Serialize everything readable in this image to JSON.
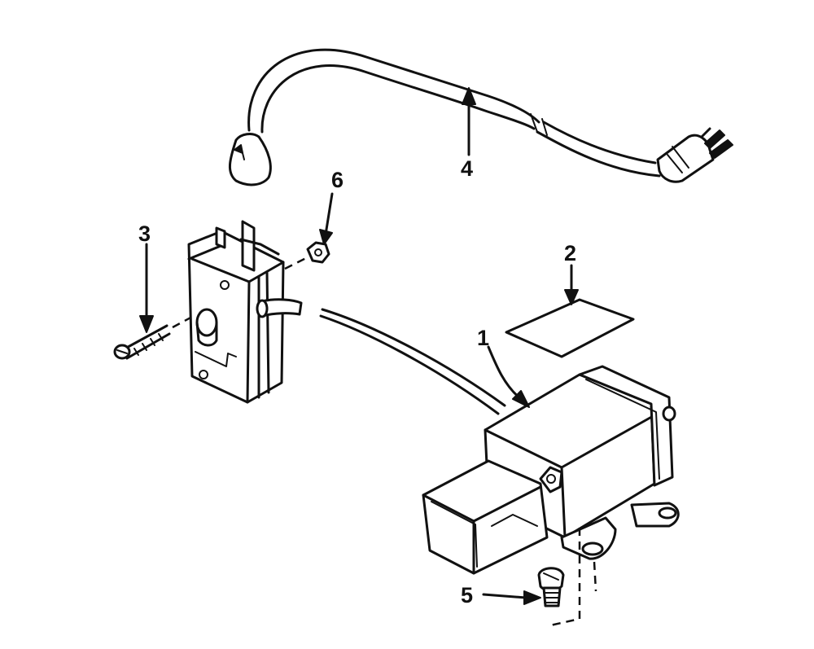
{
  "callouts": [
    {
      "id": "1",
      "text": "1"
    },
    {
      "id": "2",
      "text": "2"
    },
    {
      "id": "3",
      "text": "3"
    },
    {
      "id": "4",
      "text": "4"
    },
    {
      "id": "5",
      "text": "5"
    },
    {
      "id": "6",
      "text": "6"
    }
  ],
  "colors": {
    "ink": "#111111",
    "paper": "#ffffff"
  }
}
